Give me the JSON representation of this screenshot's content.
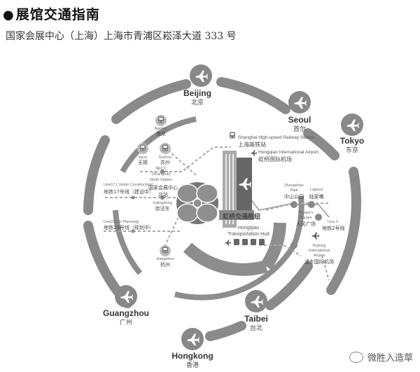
{
  "page": {
    "heading": "展馆交通指南",
    "address": "国家会展中心（上海）上海市青浦区崧泽大道 333 号"
  },
  "airports": [
    {
      "key": "beijing",
      "en": "Beijing",
      "zh": "北京"
    },
    {
      "key": "seoul",
      "en": "Seoul",
      "zh": "首尔"
    },
    {
      "key": "tokyo",
      "en": "Tokyo",
      "zh": "东京"
    },
    {
      "key": "taibei",
      "en": "Taibei",
      "zh": "台北"
    },
    {
      "key": "hongkong",
      "en": "Hongkong",
      "zh": "香港"
    },
    {
      "key": "guangzhou",
      "en": "Guangzhou",
      "zh": "广州"
    }
  ],
  "stations": {
    "nanjing": {
      "en": "Nanjing",
      "zh": "南京"
    },
    "wuxi": {
      "en": "Wuxi",
      "zh": "无锡"
    },
    "suzhou": {
      "en": "Suzhou",
      "zh": "苏州"
    },
    "necc_north": {
      "en1": "NECC",
      "en2": "(Shanghai)",
      "en3": "North Station",
      "zh": "国家会展中心",
      "zh2": "北站"
    },
    "line17": {
      "en": "Line17 ( Under Construction)",
      "zh": "地铁17号线（建设中）"
    },
    "xujingdong": {
      "en": "Xujingdong",
      "zh": "徐泾东"
    },
    "line23": {
      "en": "Line23 ( In Planning)",
      "zh": "地铁23号线（规划中）"
    },
    "hangzhou": {
      "en": "Hangzhou",
      "zh": "杭州"
    },
    "hsr": {
      "en": "Shanghai High-speed Railway Station",
      "zh": "上海高铁站"
    },
    "hongqiao_airport": {
      "en": "Hongqiao International Airport",
      "zh": "虹桥国际机场"
    },
    "hub": {
      "zh": "虹桥交通枢纽",
      "en1": "Hongqiao",
      "en2": "Transportation Hud"
    },
    "zhongshan": {
      "en1": "Zhongshan",
      "en2": "Park",
      "zh": "中山公园"
    },
    "lujiazui": {
      "en": "Lujiazui",
      "zh": "陆家嘴"
    },
    "peoples_square": {
      "en1": "People's",
      "en2": "Square",
      "zh": "人民广场"
    },
    "line2": {
      "en": "Line 2",
      "zh": "地铁2号线"
    },
    "pudong": {
      "en1": "Pudong",
      "en2": "International",
      "en3": "Airport",
      "zh": "浦东国际机场"
    }
  },
  "watermark": {
    "text": "微胜入造草"
  }
}
